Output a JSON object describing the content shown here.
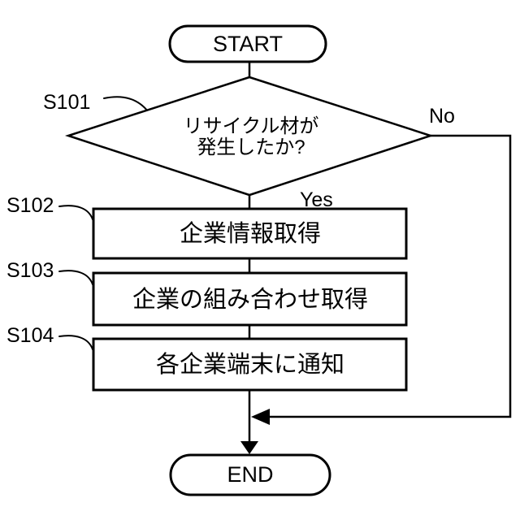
{
  "figure": {
    "background_color": "#ffffff",
    "line_color": "#000000",
    "text_color": "#000000",
    "type": "flowchart",
    "nodes": {
      "start": {
        "label": "START"
      },
      "decision": {
        "step": "S101",
        "label_line1": "リサイクル材が",
        "label_line2": "発生したか?"
      },
      "process1": {
        "step": "S102",
        "label": "企業情報取得"
      },
      "process2": {
        "step": "S103",
        "label": "企業の組み合わせ取得"
      },
      "process3": {
        "step": "S104",
        "label": "各企業端末に通知"
      },
      "end": {
        "label": "END"
      }
    },
    "branches": {
      "yes_label": "Yes",
      "no_label": "No"
    }
  }
}
